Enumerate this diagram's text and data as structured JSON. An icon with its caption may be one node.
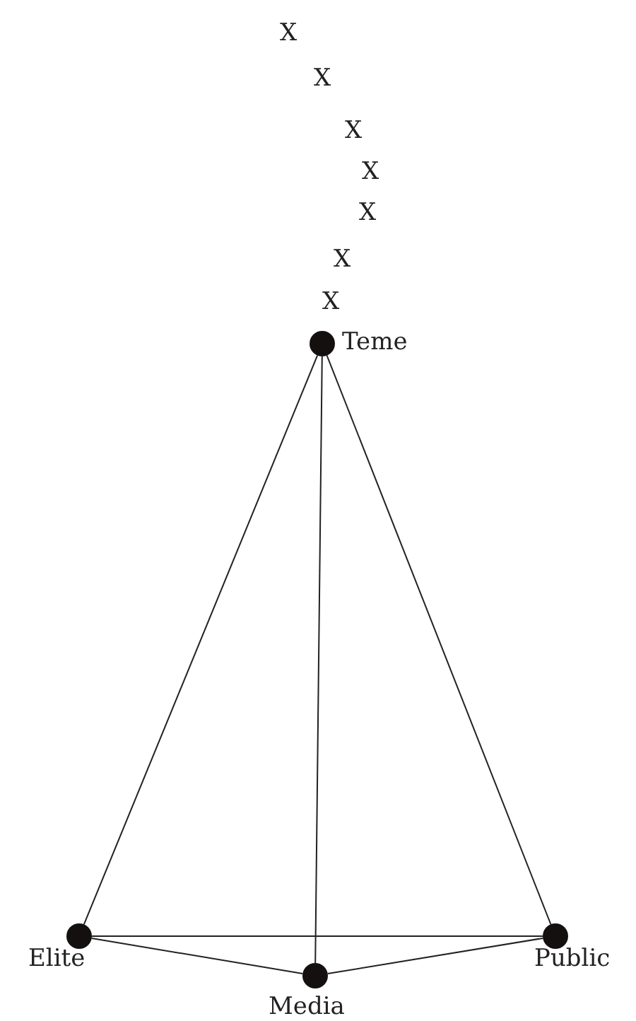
{
  "diagram": {
    "nodes": [
      {
        "text": [
          "Teme"
        ]
      },
      {
        "text": [
          "Elite"
        ]
      },
      {
        "text": [
          "Public"
        ]
      },
      {
        "text": [
          "Media"
        ]
      }
    ],
    "edges": [
      {
        "from": 0,
        "to": 1,
        "arrow": "none"
      },
      {
        "from": 0,
        "to": 3,
        "arrow": "none"
      },
      {
        "from": 0,
        "to": 2,
        "arrow": "none"
      },
      {
        "from": 1,
        "to": 2,
        "arrow": "none"
      },
      {
        "from": 1,
        "to": 3,
        "arrow": "none"
      },
      {
        "from": 2,
        "to": 3,
        "arrow": "none"
      }
    ],
    "labels": [
      "X",
      "X",
      "X",
      "X",
      "X",
      "X",
      "X"
    ]
  }
}
